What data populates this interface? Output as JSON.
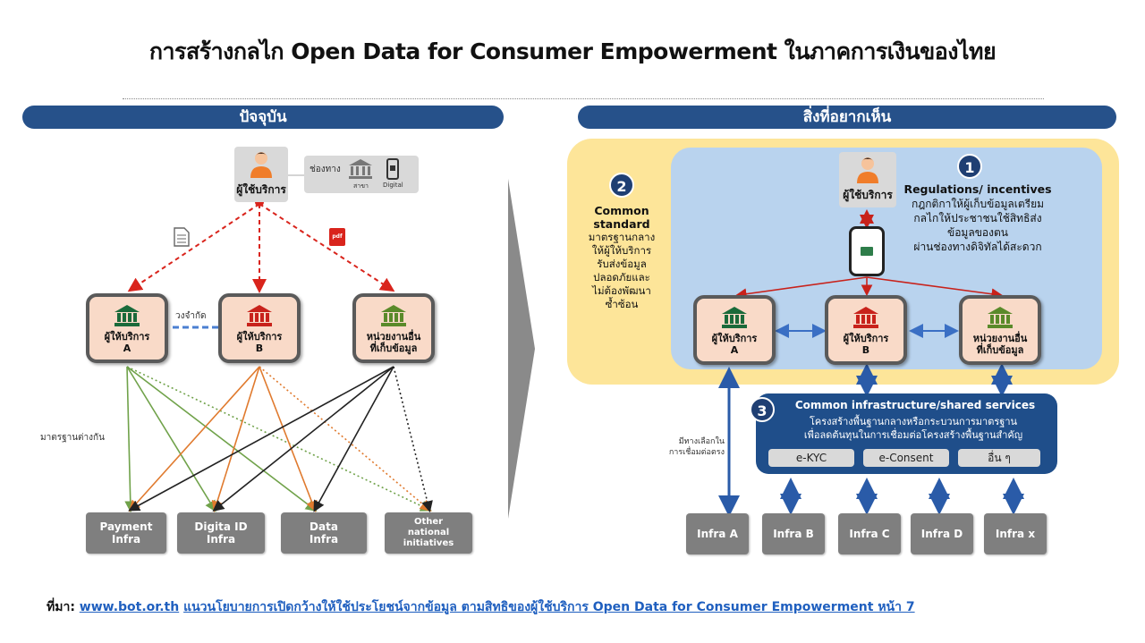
{
  "title": "การสร้างกลไก Open Data for Consumer Empowerment ในภาคการเงินของไทย",
  "left": {
    "banner": "ปัจจุบัน",
    "user_label": "ผู้ใช้บริการ",
    "channel_label": "ช่องทาง",
    "branch_label": "สาขา",
    "digital_label": "Digital",
    "limited_label": "วงจำกัด",
    "different_standards": "มาตรฐานต่างกัน",
    "pdf_label": "pdf",
    "entities": [
      {
        "line1": "ผู้ให้บริการ",
        "line2": "A"
      },
      {
        "line1": "ผู้ให้บริการ",
        "line2": "B"
      },
      {
        "line1": "หน่วยงานอื่น",
        "line2": "ที่เก็บข้อมูล"
      }
    ],
    "infra": [
      {
        "line1": "Payment",
        "line2": "Infra",
        "line3": ""
      },
      {
        "line1": "Digita ID",
        "line2": "Infra",
        "line3": ""
      },
      {
        "line1": "Data",
        "line2": "Infra",
        "line3": ""
      },
      {
        "line1": "Other",
        "line2": "national",
        "line3": "initiatives"
      }
    ]
  },
  "right": {
    "banner": "สิ่งที่อยากเห็น",
    "user_label": "ผู้ใช้บริการ",
    "num1": "1",
    "num2": "2",
    "num3": "3",
    "reg_title": "Regulations/ incentives",
    "reg_lines": [
      "กฎกติกาให้ผู้เก็บข้อมูลเตรียม",
      "กลไกให้ประชาชนใช้สิทธิส่ง",
      "ข้อมูลของตน",
      "ผ่านช่องทางดิจิทัลได้สะดวก"
    ],
    "std_title1": "Common",
    "std_title2": "standard",
    "std_lines": [
      "มาตรฐานกลาง",
      "ให้ผู้ให้บริการ",
      "รับส่งข้อมูล",
      "ปลอดภัยและ",
      "ไม่ต้องพัฒนา",
      "ซ้ำซ้อน"
    ],
    "entities": [
      {
        "line1": "ผู้ให้บริการ",
        "line2": "A"
      },
      {
        "line1": "ผู้ให้บริการ",
        "line2": "B"
      },
      {
        "line1": "หน่วยงานอื่น",
        "line2": "ที่เก็บข้อมูล"
      }
    ],
    "infra_title": "Common infrastructure/shared services",
    "infra_lines": [
      "โครงสร้างพื้นฐานกลางหรือกระบวนการมาตรฐาน",
      "เพื่อลดต้นทุนในการเชื่อมต่อโครงสร้างพื้นฐานสำคัญ"
    ],
    "pills": [
      "e-KYC",
      "e-Consent",
      "อื่น ๆ"
    ],
    "direct_option": [
      "มีทางเลือกใน",
      "การเชื่อมต่อตรง"
    ],
    "infra": [
      "Infra A",
      "Infra B",
      "Infra C",
      "Infra D",
      "Infra x"
    ]
  },
  "source": {
    "prefix": "ที่มา:",
    "link1": "www.bot.or.th",
    "link2": "แนวนโยบายการเปิดกว้างให้ใช้ประโยชน์จากข้อมูล ตามสิทธิของผู้ใช้บริการ Open Data for Consumer Empowerment หน้า 7"
  },
  "colors": {
    "banner": "#26518a",
    "entity_bg": "#f9dac8",
    "dashed_red": "#d9241c",
    "green_line": "#70a24a",
    "orange_line": "#e07a2e",
    "yellow_panel": "#fde599",
    "blue_panel": "#b9d3ee",
    "infra_panel": "#1f4e8a",
    "infra_box": "#7f7f7f"
  },
  "icons": [
    "person-icon",
    "bank-icon",
    "phone-icon",
    "document-icon",
    "pdf-icon"
  ]
}
